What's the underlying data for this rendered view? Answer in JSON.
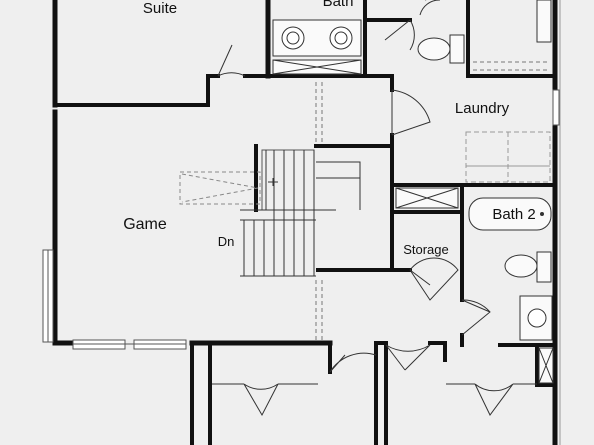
{
  "rooms": {
    "suite": "Suite",
    "bath": "Bath",
    "laundry": "Laundry",
    "game": "Game",
    "dn": "Dn",
    "bath2": "Bath 2",
    "storage": "Storage"
  }
}
